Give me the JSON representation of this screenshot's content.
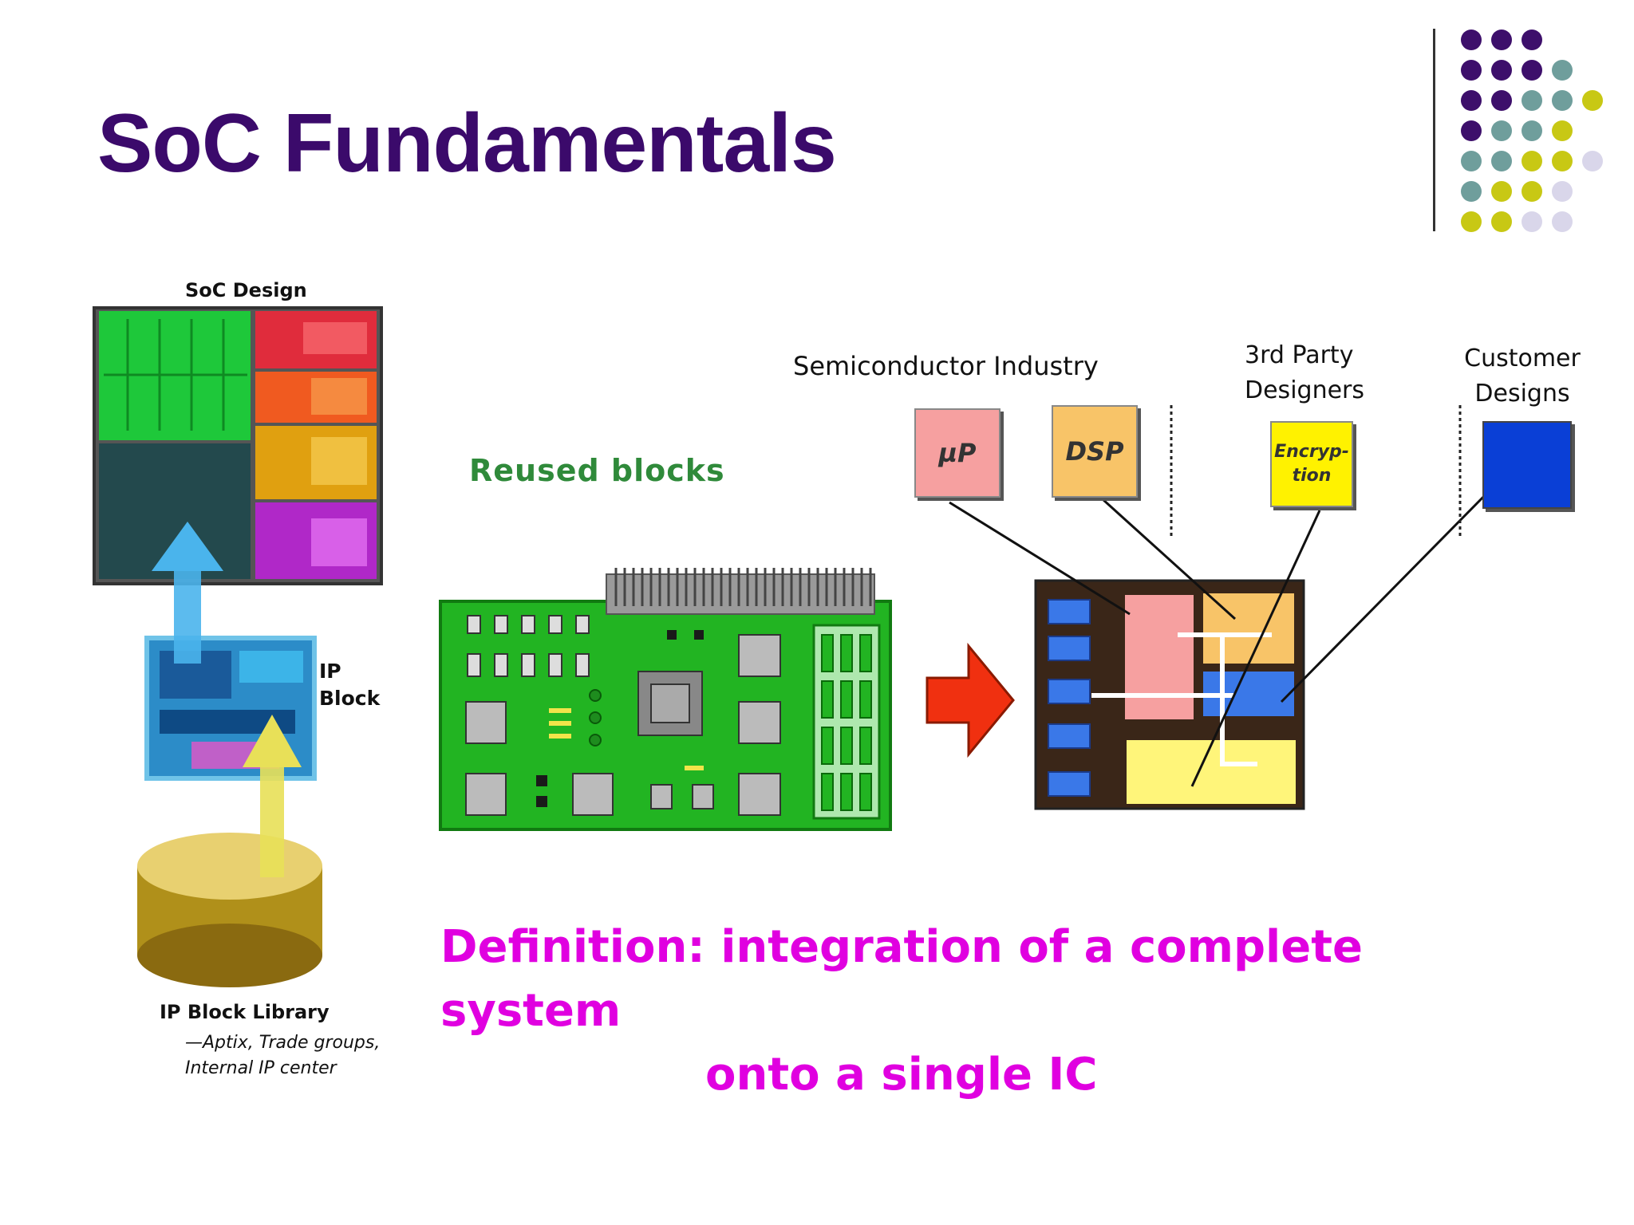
{
  "slide": {
    "title": "SoC Fundamentals",
    "soc_design_label": "SoC Design",
    "ip_block_label": "IP Block",
    "ip_library_label": "IP Block Library",
    "ip_library_sub": "—Aptix, Trade groups, Internal IP center",
    "reused_blocks_label": "Reused blocks",
    "semiconductor_label": "Semiconductor Industry",
    "third_party_label": "3rd Party Designers",
    "customer_label": "Customer Designs",
    "up_label": "µP",
    "dsp_label": "DSP",
    "encryption_label": "Encryp-tion",
    "definition_line1": "Definition: integration of a complete system",
    "definition_line2": "onto a single IC"
  },
  "colors": {
    "title": "#3b0a6b",
    "definition": "#e000e0",
    "reused": "#2f8a3a",
    "dot_purple": "#3d0f6b",
    "dot_teal": "#6f9e9c",
    "dot_olive": "#c8c814",
    "dot_lavender": "#d9d6ea"
  }
}
